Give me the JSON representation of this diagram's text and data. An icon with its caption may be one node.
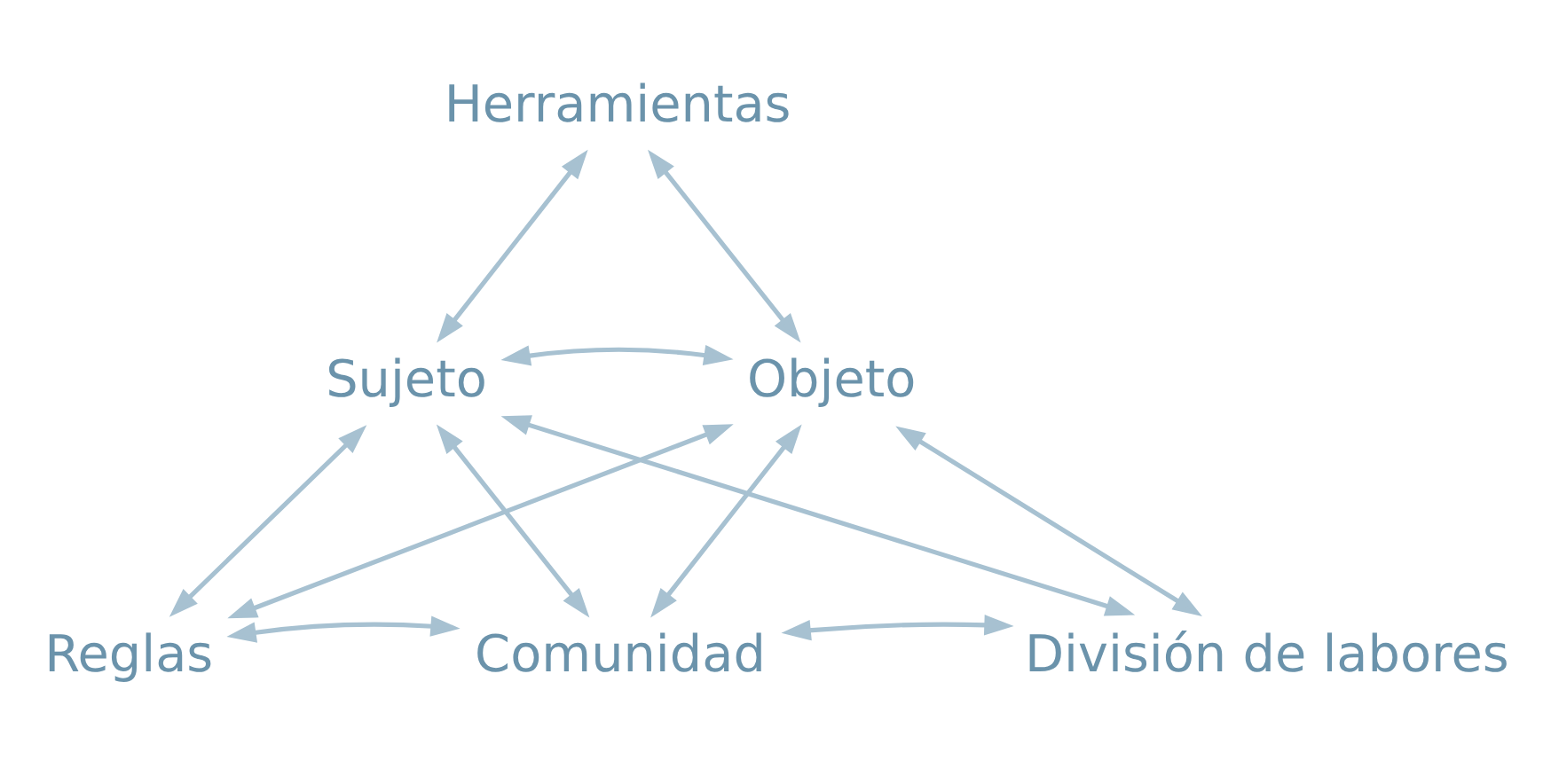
{
  "diagram": {
    "nodes": [
      {
        "text": [
          "Herramientas"
        ]
      },
      {
        "text": [
          "Sujeto"
        ]
      },
      {
        "text": [
          "Objeto"
        ]
      },
      {
        "text": [
          "Reglas"
        ]
      },
      {
        "text": [
          "Comunidad"
        ]
      },
      {
        "text": [
          "División de labores"
        ]
      }
    ],
    "edges": [
      {
        "from": 0,
        "to": 1,
        "arrow": "both"
      },
      {
        "from": 0,
        "to": 2,
        "arrow": "both"
      },
      {
        "from": 1,
        "to": 2,
        "arrow": "both"
      },
      {
        "from": 1,
        "to": 3,
        "arrow": "both"
      },
      {
        "from": 1,
        "to": 4,
        "arrow": "both"
      },
      {
        "from": 1,
        "to": 5,
        "arrow": "both"
      },
      {
        "from": 2,
        "to": 3,
        "arrow": "both"
      },
      {
        "from": 2,
        "to": 4,
        "arrow": "both"
      },
      {
        "from": 2,
        "to": 5,
        "arrow": "both"
      },
      {
        "from": 3,
        "to": 4,
        "arrow": "both"
      },
      {
        "from": 4,
        "to": 5,
        "arrow": "both"
      }
    ]
  }
}
